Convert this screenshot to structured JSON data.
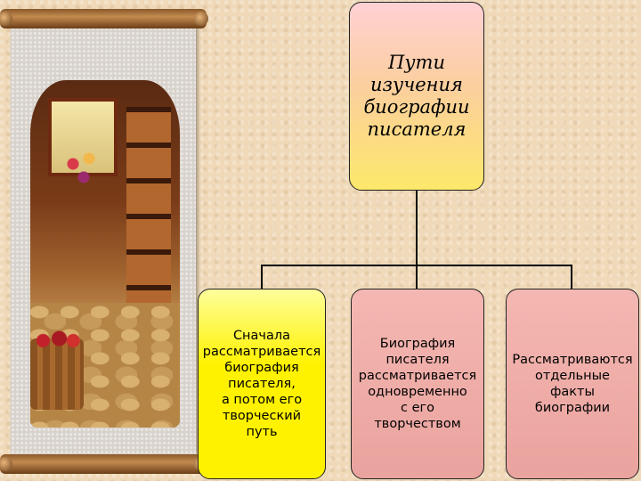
{
  "diagram": {
    "root": "Пути\nизучения\nбиографии\nписателя",
    "children": [
      "Сначала\nрассматривается\nбиография\nписателя,\nа потом его\nтворческий\nпуть",
      "Биография\nписателя\nрассматривается\nодновременно\nс его\nтворчеством",
      "Рассматриваются\nотдельные\nфакты\nбиографии"
    ]
  }
}
